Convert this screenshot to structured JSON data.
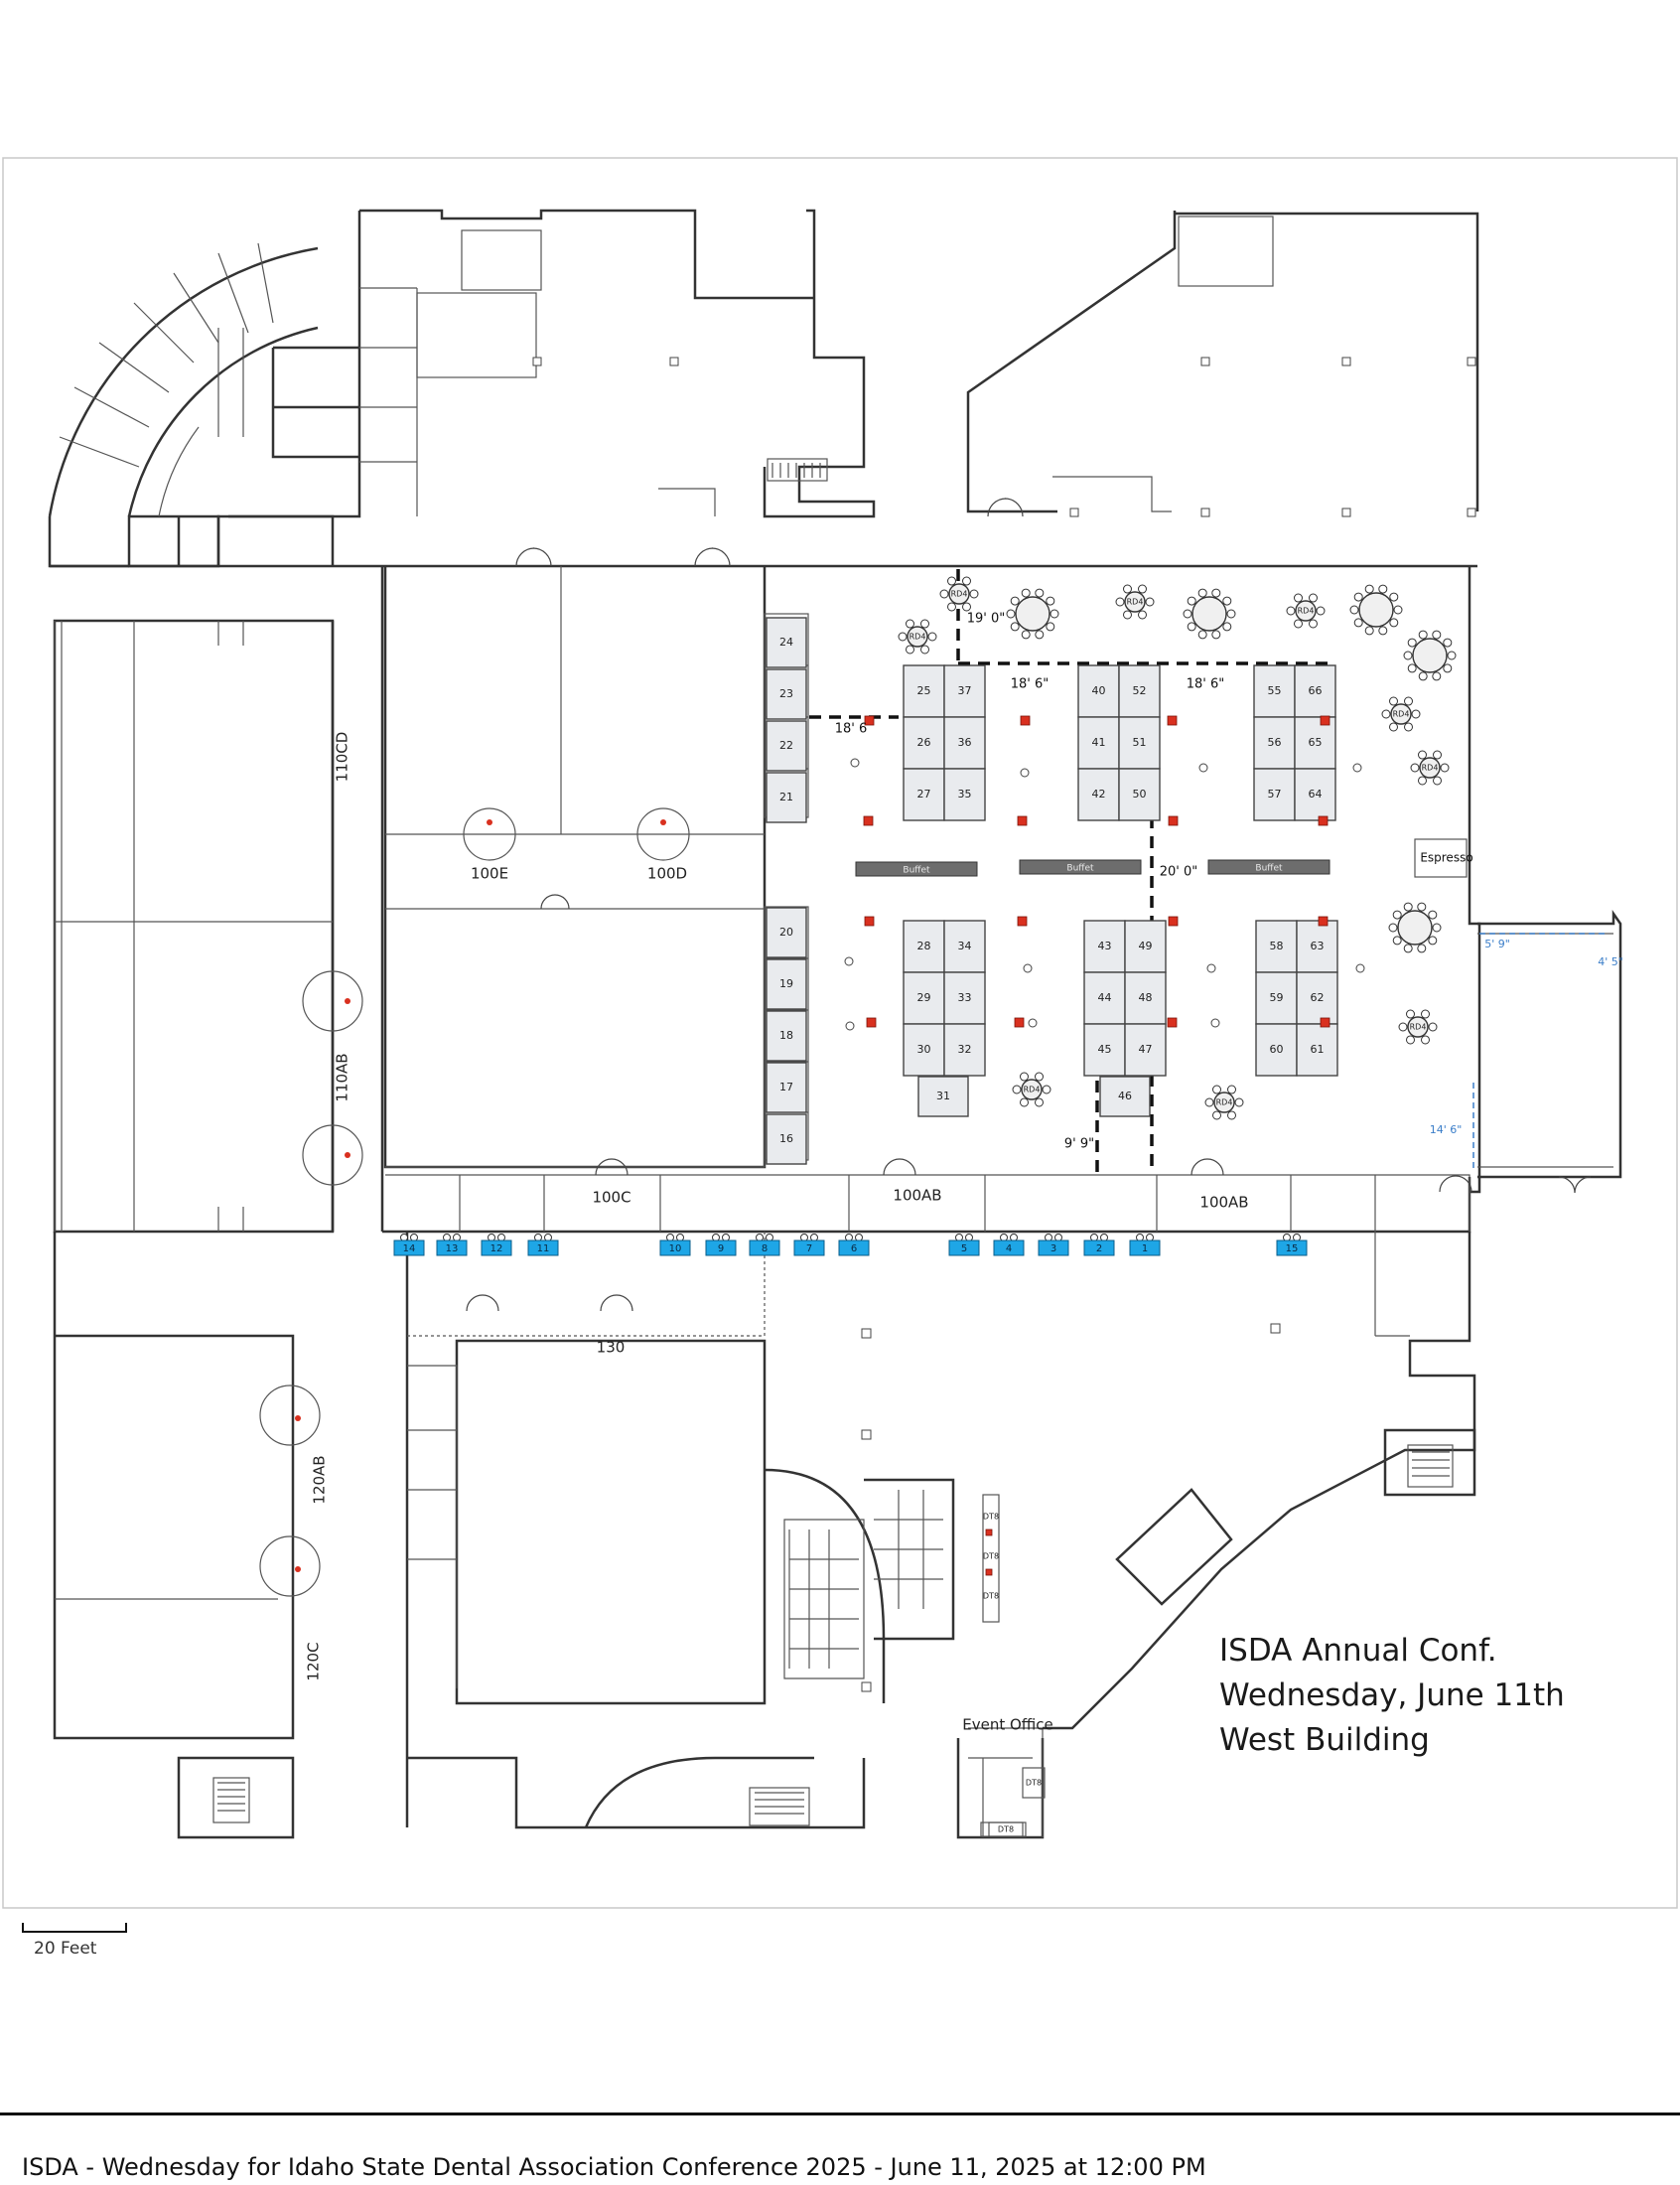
{
  "title": {
    "line1": "ISDA Annual Conf.",
    "line2": "Wednesday, June 11th",
    "line3": "West Building"
  },
  "footer": {
    "text": "ISDA - Wednesday for Idaho State Dental Association Conference 2025 - June 11, 2025 at 12:00 PM"
  },
  "scale": {
    "label": "20 Feet"
  },
  "rooms": {
    "r110cd": "110CD",
    "r110ab": "110AB",
    "r100e": "100E",
    "r100d": "100D",
    "r100c": "100C",
    "r100ab_a": "100AB",
    "r100ab_b": "100AB",
    "r130": "130",
    "r120ab": "120AB",
    "r120c": "120C",
    "espresso": "Espresso",
    "event_office": "Event Office"
  },
  "dimensions": {
    "d19_0": "19' 0\"",
    "d18_6a": "18' 6\"",
    "d18_6b": "18' 6\"",
    "d18_6c": "18' 6",
    "d20_0": "20' 0\"",
    "d9_9": "9' 9\"",
    "d5_9": "5' 9\"",
    "d4_5": "4' 5\"",
    "d14_6": "14' 6\""
  },
  "buffet_label": "Buffet",
  "rd_label": "RD4",
  "dt_label": "DT8",
  "booths_left_column": [
    "24",
    "23",
    "22",
    "21",
    "20",
    "19",
    "18",
    "17",
    "16"
  ],
  "booth_islands": [
    [
      "25",
      "37",
      "26",
      "36",
      "27",
      "35"
    ],
    [
      "40",
      "52",
      "41",
      "51",
      "42",
      "50"
    ],
    [
      "55",
      "66",
      "56",
      "65",
      "57",
      "64"
    ],
    [
      "28",
      "34",
      "29",
      "33",
      "30",
      "32"
    ],
    [
      "43",
      "49",
      "44",
      "48",
      "45",
      "47"
    ],
    [
      "58",
      "63",
      "59",
      "62",
      "60",
      "61"
    ]
  ],
  "booth_singles": [
    "31",
    "46"
  ],
  "corridor_booths": [
    "14",
    "13",
    "12",
    "11",
    "10",
    "9",
    "8",
    "7",
    "6",
    "5",
    "4",
    "3",
    "2",
    "1",
    "15"
  ],
  "colors": {
    "corridor_booth": "#1ea6e6",
    "buffet": "#6d6d6d",
    "marker": "#d9301f"
  }
}
